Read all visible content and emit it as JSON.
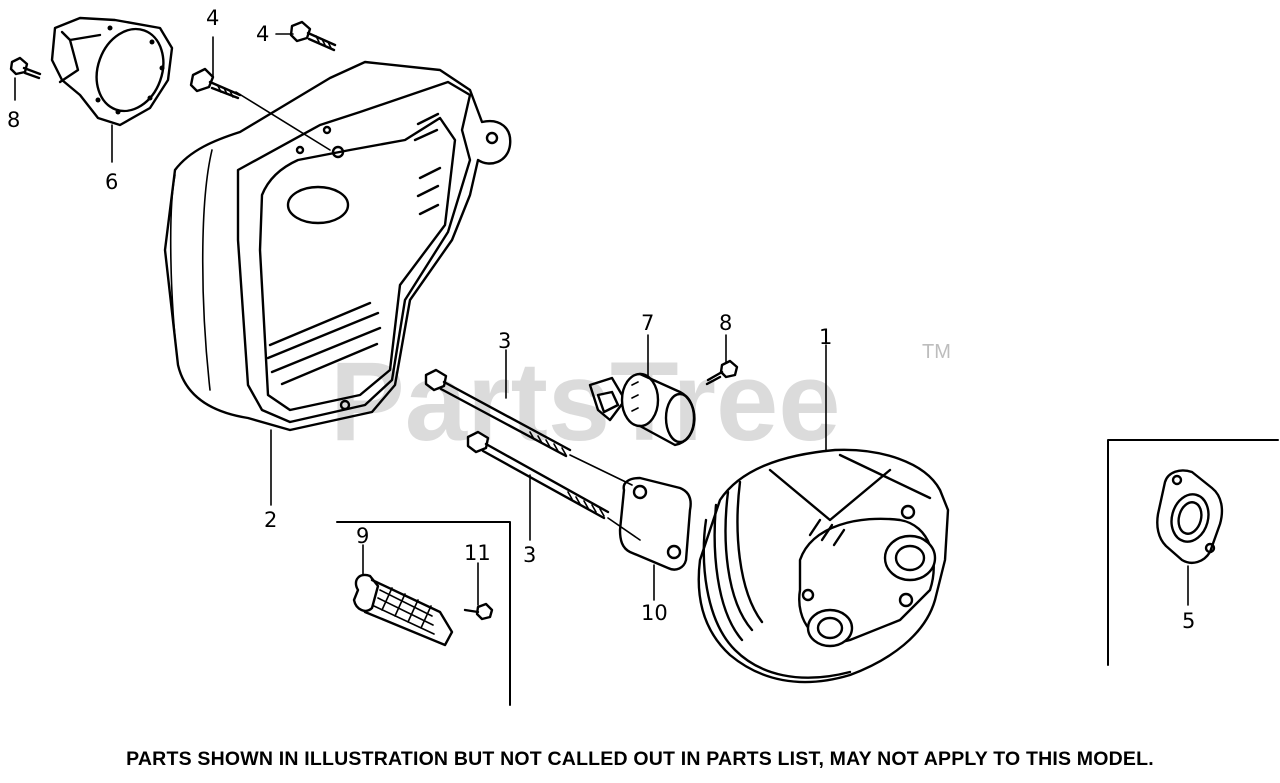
{
  "watermark": {
    "text": "PartsTree",
    "tm": "TM"
  },
  "callouts": {
    "c1": "1",
    "c2": "2",
    "c3a": "3",
    "c3b": "3",
    "c4a": "4",
    "c4b": "4",
    "c5": "5",
    "c6": "6",
    "c7": "7",
    "c8a": "8",
    "c8b": "8",
    "c9": "9",
    "c10": "10",
    "c11": "11"
  },
  "footer": {
    "note": "PARTS SHOWN IN ILLUSTRATION BUT NOT CALLED OUT IN PARTS LIST, MAY NOT APPLY TO THIS MODEL."
  }
}
